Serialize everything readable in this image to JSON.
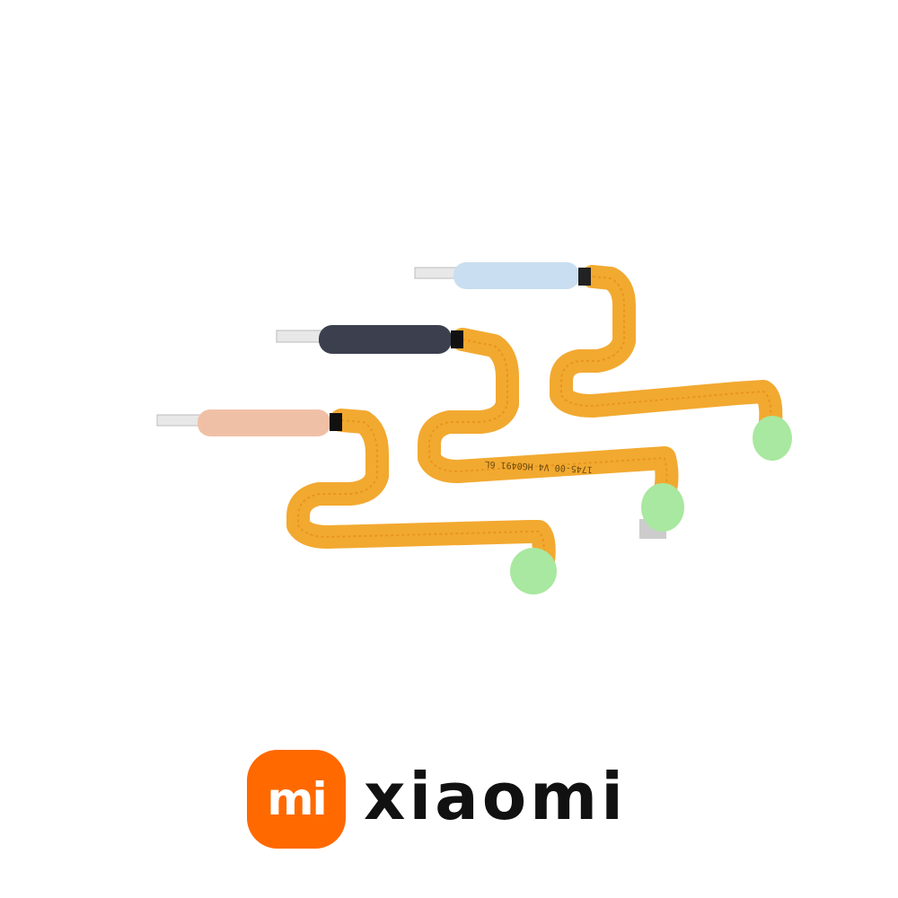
{
  "product": {
    "pcb_marking": "1745-00 V4 HG0491   6L",
    "colors": {
      "blue_button": "#c9def0",
      "black_button": "#3b3f4e",
      "pink_button": "#f0c0a6",
      "flex_cable": "#f2a930",
      "sensor": "#a8e8a0"
    }
  },
  "brand": {
    "logo_mark": "mi",
    "wordmark": "xiaomi",
    "accent": "#ff6900"
  }
}
